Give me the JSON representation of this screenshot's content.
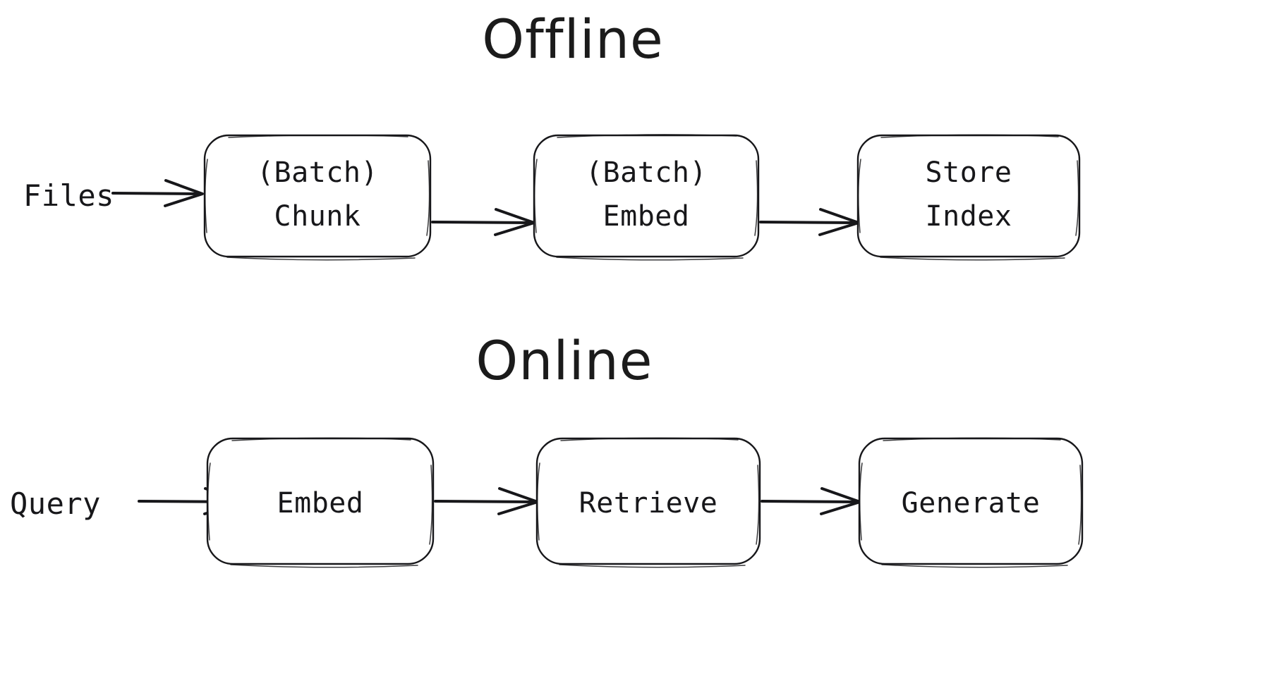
{
  "diagram": {
    "title_style": "hand-drawn",
    "background_color": "#ffffff",
    "stroke_color": "#17171a",
    "sections": [
      {
        "id": "offline",
        "heading": "Offline",
        "input_label": "Files",
        "nodes": [
          {
            "id": "batch-chunk",
            "line1": "(Batch)",
            "line2": "Chunk"
          },
          {
            "id": "batch-embed",
            "line1": "(Batch)",
            "line2": "Embed"
          },
          {
            "id": "store-index",
            "line1": "Store",
            "line2": "Index"
          }
        ]
      },
      {
        "id": "online",
        "heading": "Online",
        "input_label": "Query",
        "nodes": [
          {
            "id": "embed",
            "line1": "Embed",
            "line2": ""
          },
          {
            "id": "retrieve",
            "line1": "Retrieve",
            "line2": ""
          },
          {
            "id": "generate",
            "line1": "Generate",
            "line2": ""
          }
        ]
      }
    ]
  }
}
